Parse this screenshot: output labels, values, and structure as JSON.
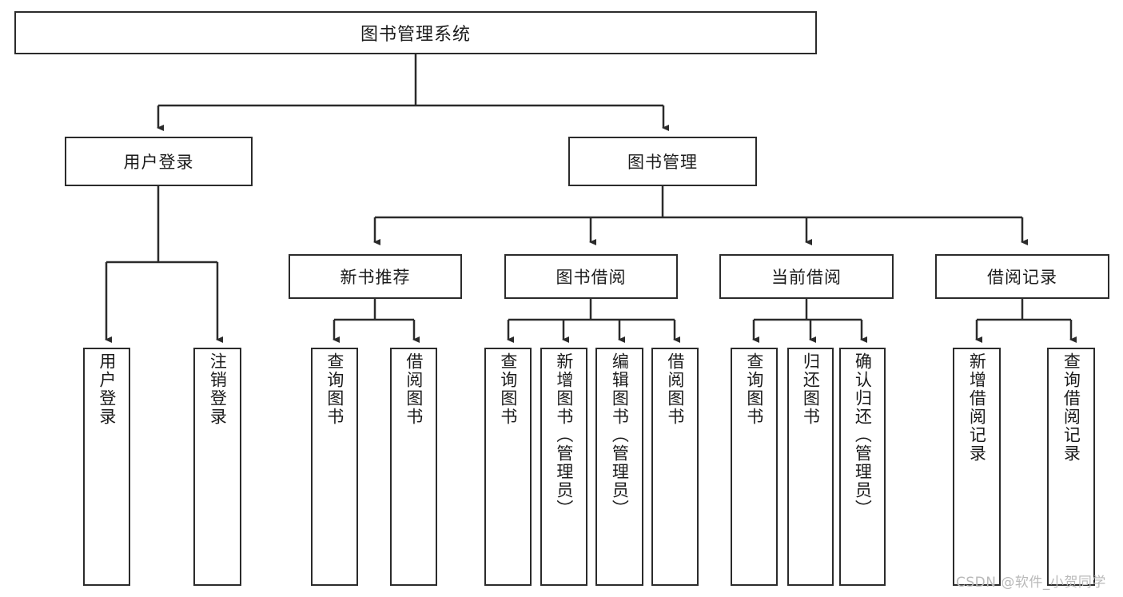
{
  "diagram": {
    "title": "图书管理系统",
    "type": "tree-hierarchy",
    "watermark": "CSDN @软件_小贺同学",
    "colors": {
      "background": "#ffffff",
      "node_border": "#2b2b2b",
      "node_fill": "#ffffff",
      "edge": "#2b2b2b",
      "text": "#1b1b1b",
      "watermark": "#b9b9b9"
    },
    "nodes": {
      "root": {
        "label": "图书管理系统"
      },
      "level2": [
        {
          "label": "用户登录"
        },
        {
          "label": "图书管理"
        }
      ],
      "level3": [
        {
          "label": "新书推荐"
        },
        {
          "label": "图书借阅"
        },
        {
          "label": "当前借阅"
        },
        {
          "label": "借阅记录"
        }
      ],
      "leaves": {
        "user_login": [
          {
            "label": "用户登录"
          },
          {
            "label": "注销登录"
          }
        ],
        "new_book_recommend": [
          {
            "label": "查询图书"
          },
          {
            "label": "借阅图书"
          }
        ],
        "book_borrow": [
          {
            "label": "查询图书"
          },
          {
            "label": "新增图书（管理员）"
          },
          {
            "label": "编辑图书（管理员）"
          },
          {
            "label": "借阅图书"
          }
        ],
        "current_borrow": [
          {
            "label": "查询图书"
          },
          {
            "label": "归还图书"
          },
          {
            "label": "确认归还（管理员）"
          }
        ],
        "borrow_record": [
          {
            "label": "新增借阅记录"
          },
          {
            "label": "查询借阅记录"
          }
        ]
      }
    }
  }
}
